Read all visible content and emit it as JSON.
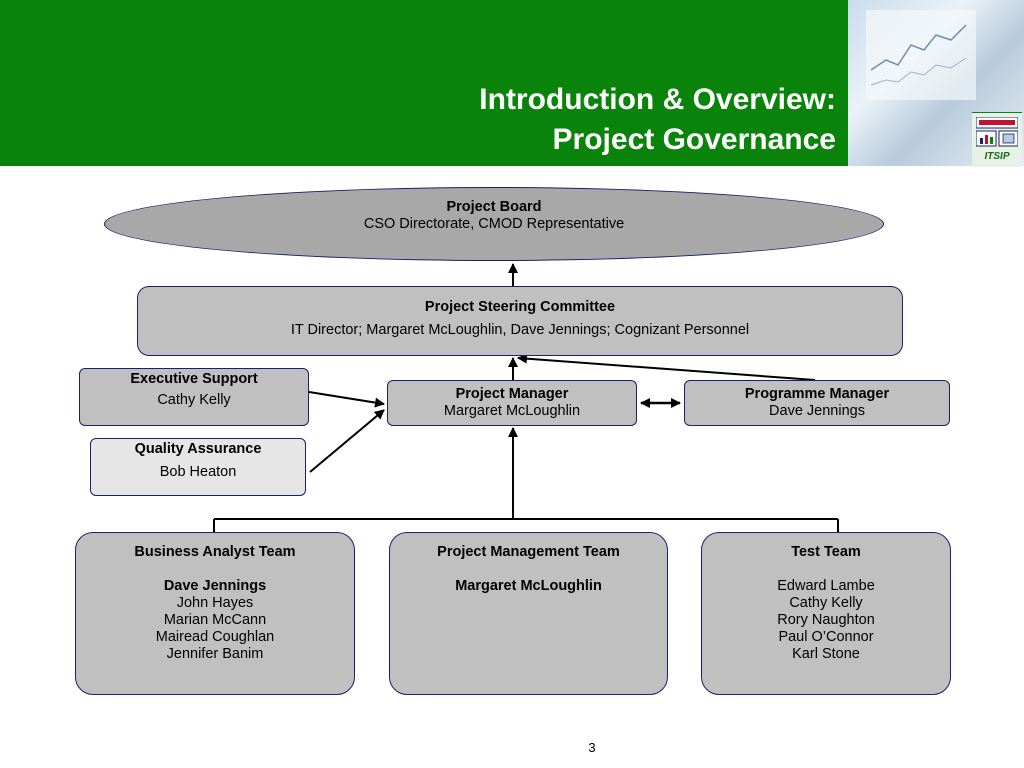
{
  "slide": {
    "title_line1": "Introduction & Overview:",
    "title_line2": "Project Governance",
    "page_number": "3",
    "header_color": "#0a830a"
  },
  "logo": {
    "text": "ITSIP"
  },
  "board": {
    "title": "Project Board",
    "subtitle": "CSO Directorate, CMOD Representative"
  },
  "steering": {
    "title": "Project Steering Committee",
    "subtitle": "IT Director; Margaret  McLoughlin, Dave Jennings; Cognizant Personnel"
  },
  "executive_support": {
    "title": "Executive Support",
    "name": "Cathy Kelly"
  },
  "quality_assurance": {
    "title": "Quality Assurance",
    "name": "Bob Heaton"
  },
  "project_manager": {
    "title": "Project Manager",
    "name": "Margaret McLoughlin"
  },
  "programme_manager": {
    "title": "Programme Manager",
    "name": "Dave Jennings"
  },
  "teams": [
    {
      "title": "Business Analyst Team",
      "lead": "Dave Jennings",
      "members": [
        "John Hayes",
        "Marian McCann",
        "Mairead Coughlan",
        "Jennifer Banim"
      ]
    },
    {
      "title": "Project Management Team",
      "lead": "Margaret McLoughlin",
      "members": []
    },
    {
      "title": "Test Team",
      "lead": "",
      "members": [
        "Edward Lambe",
        "Cathy Kelly",
        "Rory Naughton",
        "Paul O’Connor",
        "Karl Stone"
      ]
    }
  ]
}
